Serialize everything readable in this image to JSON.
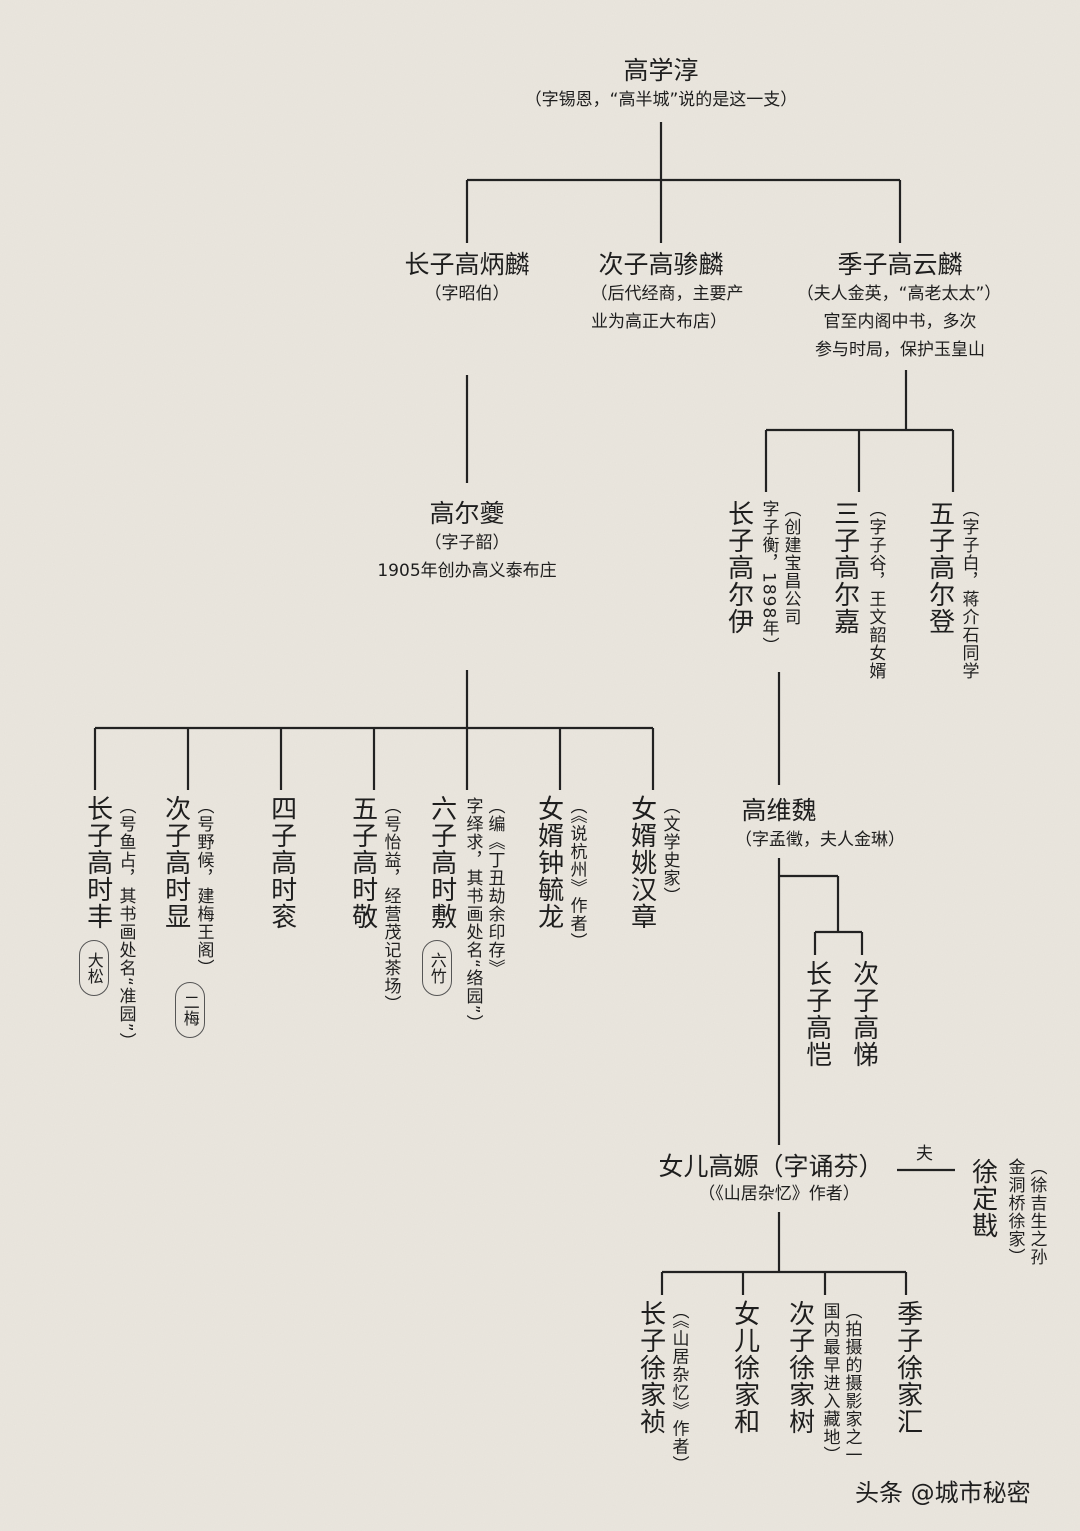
{
  "root": {
    "name": "高学淳",
    "note": "（字锡恩，“高半城”说的是这一支）"
  },
  "gen1": [
    {
      "name": "长子高炳麟",
      "notes": [
        "（字昭伯）"
      ]
    },
    {
      "name": "次子高骖麟",
      "notes": [
        "（后代经商，主要产",
        "业为高正大布店）"
      ]
    },
    {
      "name": "季子高云麟",
      "notes": [
        "（夫人金英，“高老太太”）",
        "官至内阁中书，多次",
        "参与时局，保护玉皇山"
      ]
    }
  ],
  "gao_erkui": {
    "name": "高尔夔",
    "notes": [
      "（字子韶）",
      "1905年创办高义泰布庄"
    ]
  },
  "yunlin_sons": [
    {
      "name": "长子高尔伊",
      "notes": [
        "（创建宝昌公司",
        "字子衡，1898年）"
      ]
    },
    {
      "name": "三子高尔嘉",
      "notes": [
        "（字子谷，王文韶女婿"
      ]
    },
    {
      "name": "五子高尔登",
      "notes": [
        "（字子白，蒋介石同学"
      ]
    }
  ],
  "erkui_children": [
    {
      "name": "长子高时丰",
      "notes": [
        "（号鱼占，其书画处名“准园”）"
      ],
      "seal": "大松"
    },
    {
      "name": "次子高时显",
      "notes": [
        "（号野候，建梅王阁）"
      ],
      "seal": "二梅"
    },
    {
      "name": "四子高时衮",
      "notes": []
    },
    {
      "name": "五子高时敬",
      "notes": [
        "（号怡益，经营茂记茶场）"
      ]
    },
    {
      "name": "六子高时敷",
      "notes": [
        "（编《丁丑劫余印存》",
        "字绎求，其书画处名“络园”）"
      ],
      "seal": "六竹"
    },
    {
      "name": "女婿钟毓龙",
      "notes": [
        "（《说杭州》作者）"
      ]
    },
    {
      "name": "女婿姚汉章",
      "notes": [
        "（文学史家）"
      ]
    }
  ],
  "gao_weiwei": {
    "name": "高维魏",
    "note": "（字孟徵，夫人金琳）"
  },
  "weiwei_sons": [
    {
      "name": "长子高恺"
    },
    {
      "name": "次子高悌"
    }
  ],
  "gao_yan": {
    "name": "女儿高嫄（字诵芬）",
    "note": "（《山居杂忆》作者）"
  },
  "husband_label": "夫",
  "husband": {
    "name": "徐定戡",
    "notes": [
      "（徐吉生之孙",
      "金洞桥徐家）"
    ]
  },
  "xu_children": [
    {
      "name": "长子徐家祯",
      "notes": [
        "（《山居杂忆》作者）"
      ]
    },
    {
      "name": "女儿徐家和",
      "notes": []
    },
    {
      "name": "次子徐家树",
      "notes": [
        "（拍摄的摄影家之一",
        "国内最早进入藏地）"
      ]
    },
    {
      "name": "季子徐家汇",
      "notes": []
    }
  ],
  "watermark": "头条 @城市秘密",
  "colors": {
    "background": "#ebe7df",
    "ink": "#1e1e1e",
    "line": "#222222"
  }
}
